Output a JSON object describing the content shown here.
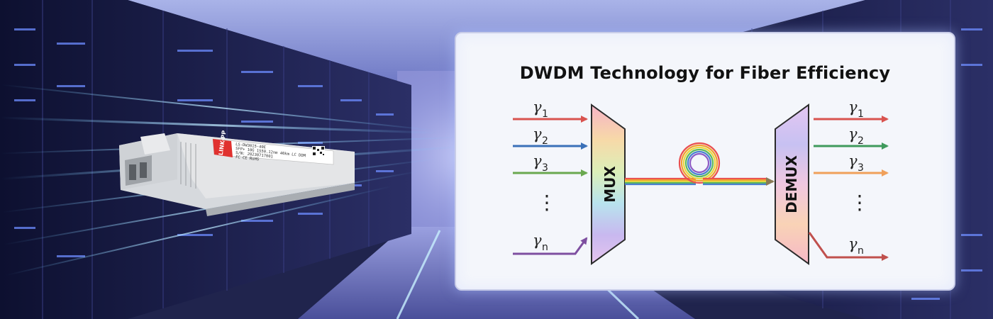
{
  "panel": {
    "title": "DWDM Technology for Fiber Efficiency"
  },
  "diagram": {
    "inputs": [
      {
        "symbol": "γ",
        "index": "1",
        "color": "#d9534f"
      },
      {
        "symbol": "γ",
        "index": "2",
        "color": "#3a70b8"
      },
      {
        "symbol": "γ",
        "index": "3",
        "color": "#6aa84f"
      },
      {
        "symbol": "γ",
        "index": "n",
        "color": "#7e4fa0"
      }
    ],
    "outputs": [
      {
        "symbol": "γ",
        "index": "1",
        "color": "#d9534f"
      },
      {
        "symbol": "γ",
        "index": "2",
        "color": "#3f9a5c"
      },
      {
        "symbol": "γ",
        "index": "3",
        "color": "#f0a05a"
      },
      {
        "symbol": "γ",
        "index": "n",
        "color": "#c0504d"
      }
    ],
    "mux_label": "MUX",
    "demux_label": "DEMUX",
    "ellipsis": "⋮"
  },
  "transceiver": {
    "brand": "LINK-PP",
    "label_line1": "LS-DW3015-40E",
    "label_line2": "SFP+ 10G 1550.12nm 40km LC DDM",
    "label_line3": "S/N: 20230717001",
    "label_line4": "FC CE RoHS"
  },
  "colors": {
    "panel_border": "#c9cde8",
    "server_glow": "#7f9cff",
    "brand_red": "#e0312f"
  }
}
